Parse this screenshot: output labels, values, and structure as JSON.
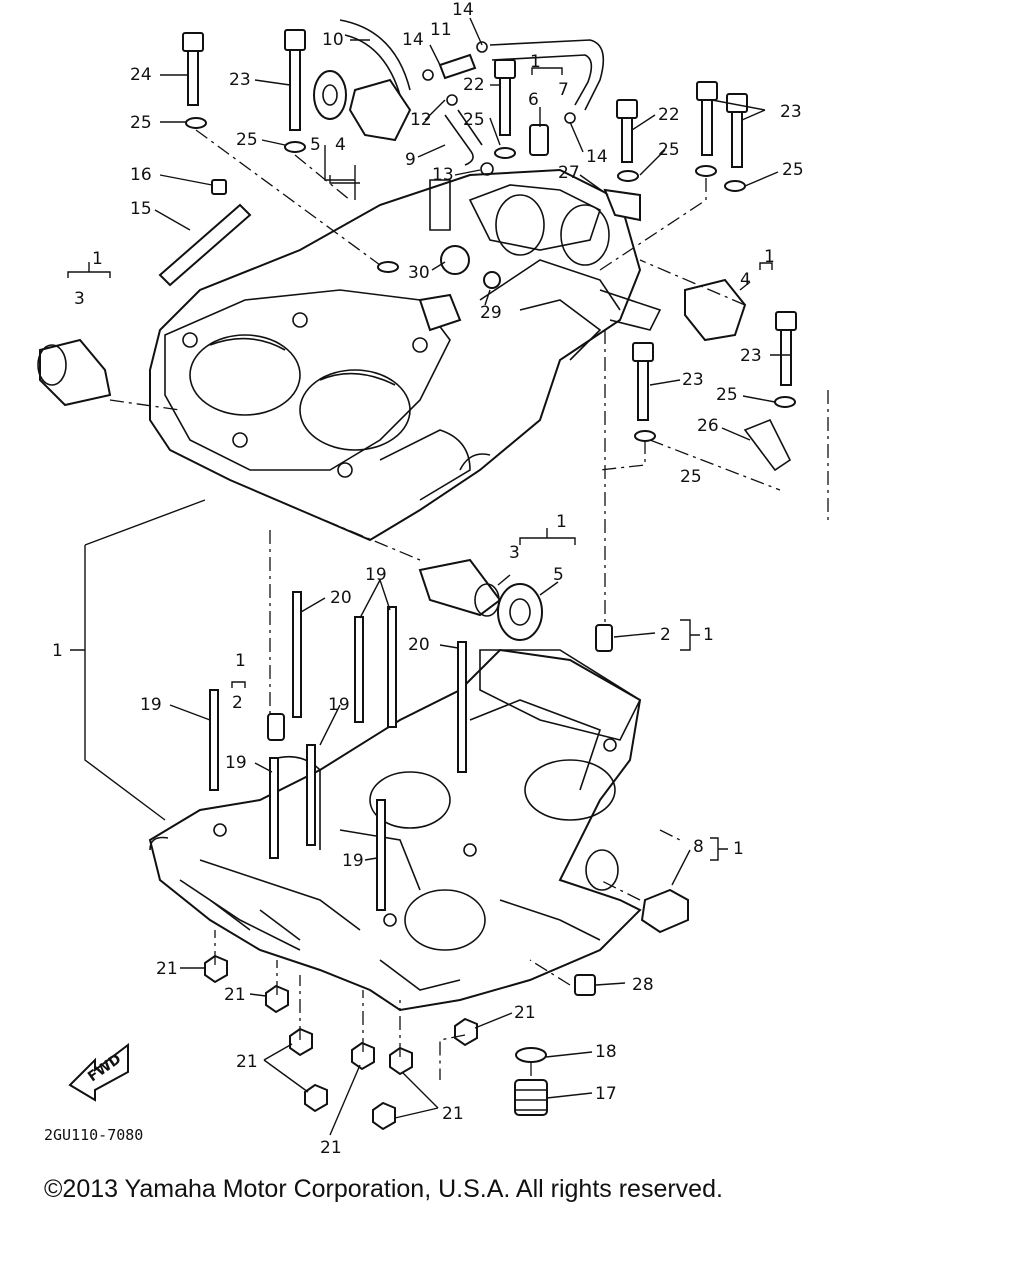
{
  "diagram_code": "2GU110-7080",
  "fwd_label": "FWD",
  "copyright": "©2013 Yamaha Motor Corporation, U.S.A. All rights reserved.",
  "callouts": {
    "c1": "1",
    "c2": "2",
    "c3": "3",
    "c4": "4",
    "c5": "5",
    "c6": "6",
    "c7": "7",
    "c8": "8",
    "c9": "9",
    "c10": "10",
    "c11": "11",
    "c12": "12",
    "c13": "13",
    "c14": "14",
    "c15": "15",
    "c16": "16",
    "c17": "17",
    "c18": "18",
    "c19": "19",
    "c20": "20",
    "c21": "21",
    "c22": "22",
    "c23": "23",
    "c24": "24",
    "c25": "25",
    "c26": "26",
    "c27": "27",
    "c28": "28",
    "c29": "29",
    "c30": "30"
  }
}
